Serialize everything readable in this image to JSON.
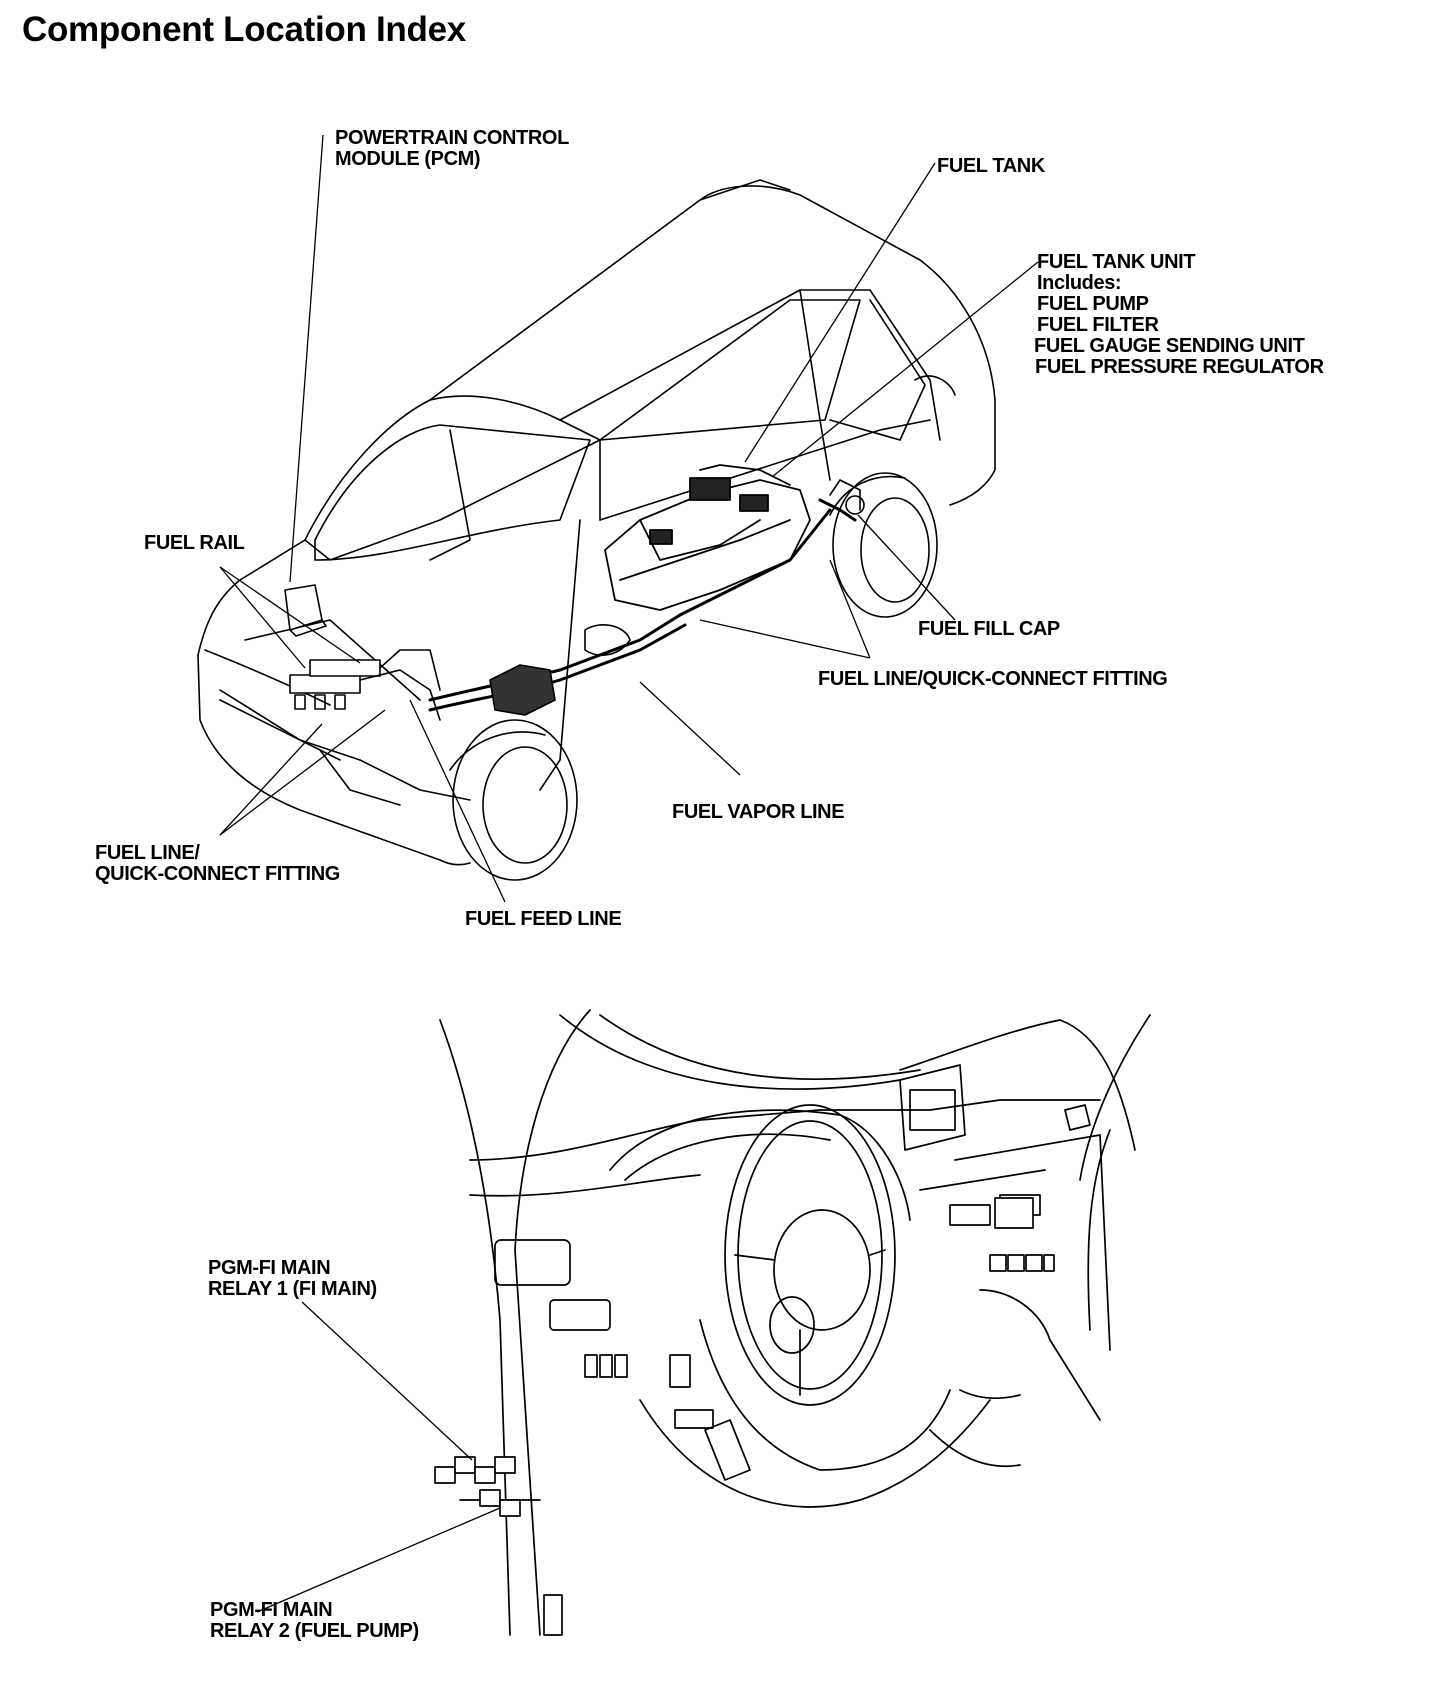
{
  "page": {
    "title": "Component Location Index"
  },
  "labels": {
    "pcm": [
      "POWERTRAIN CONTROL",
      "MODULE (PCM)"
    ],
    "fuel_tank": "FUEL TANK",
    "fuel_tank_unit": {
      "name": "FUEL TANK UNIT",
      "includes": "Includes:",
      "items": [
        "FUEL PUMP",
        "FUEL FILTER",
        "FUEL GAUGE SENDING UNIT",
        "FUEL PRESSURE REGULATOR"
      ]
    },
    "fuel_rail": "FUEL RAIL",
    "fuel_fill_cap": "FUEL FILL CAP",
    "fuel_line_qc_right": "FUEL LINE/QUICK-CONNECT FITTING",
    "fuel_vapor_line": "FUEL VAPOR LINE",
    "fuel_line_qc_left": [
      "FUEL LINE/",
      "QUICK-CONNECT FITTING"
    ],
    "fuel_feed_line": "FUEL FEED LINE",
    "relay1": [
      "PGM-FI MAIN",
      "RELAY 1 (FI MAIN)"
    ],
    "relay2": [
      "PGM-FI MAIN",
      "RELAY 2 (FUEL PUMP)"
    ]
  }
}
